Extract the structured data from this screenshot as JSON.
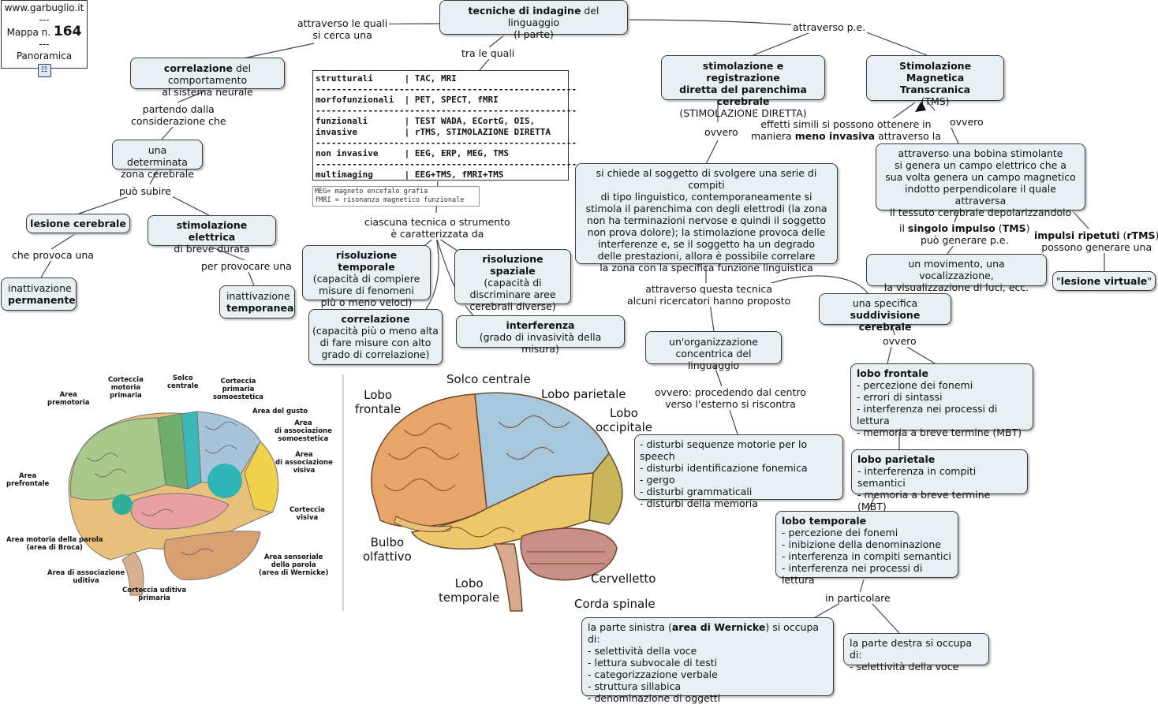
{
  "site": {
    "url": "www.garbuglio.it",
    "sep": "---",
    "map_label": "Mappa n.",
    "map_number": "164",
    "view": "Panoramica"
  },
  "root": {
    "bold": "tecniche di indagine",
    "rest": " del linguaggio",
    "sub": "(I parte)"
  },
  "labels": {
    "attraverso_quali": [
      "attraverso le quali",
      "si cerca una"
    ],
    "tra_le_quali": "tra le quali",
    "attraverso_pe": "attraverso p.e.",
    "partendo": [
      "partendo dalla",
      "considerazione che"
    ],
    "puo_subire": "può subire",
    "che_provoca": "che provoca una",
    "per_provocare": "per provocare una",
    "ciascuna": [
      "ciascuna tecnica o strumento",
      "è caratterizzata da"
    ],
    "ovvero1": "ovvero",
    "effetti": [
      "effetti simili si possono ottenere in",
      "maniera ",
      "meno invasiva",
      " attraverso la"
    ],
    "ovvero2": "ovvero",
    "singolo": [
      "il ",
      "singolo impulso",
      " (",
      "TMS",
      ")",
      "può generare p.e."
    ],
    "ripetuti": [
      "impulsi ripetuti",
      " (",
      "rTMS",
      ")",
      "possono generare una"
    ],
    "attraverso_tecnica": [
      "attraverso questa tecnica",
      "alcuni ricercatori hanno proposto"
    ],
    "ovvero3": "ovvero",
    "ovvero_proc": [
      "ovvero: procedendo dal centro",
      "verso l'esterno si riscontra"
    ],
    "in_particolare": "in particolare"
  },
  "nodes": {
    "correlazione_comp": {
      "bold": "correlazione",
      "rest": " del comportamento",
      "line2": "al sistema neurale"
    },
    "zona": [
      "una determinata",
      "zona cerebrale"
    ],
    "lesione": "lesione cerebrale",
    "stimolazione_el": {
      "bold": "stimolazione elettrica",
      "line2": "di breve durata"
    },
    "inattivazione_perm": {
      "line1": "inattivazione",
      "bold": "permanente"
    },
    "inattivazione_temp": {
      "line1": "inattivazione",
      "bold": "temporanea"
    },
    "ris_temporale": {
      "bold": "risoluzione temporale",
      "lines": [
        "(capacità di compiere",
        "misure di fenomeni",
        "più o meno veloci)"
      ]
    },
    "ris_spaziale": {
      "bold": "risoluzione spaziale",
      "lines": [
        "(capacità di",
        "discriminare aree",
        "cerebrali diverse)"
      ]
    },
    "correlazione": {
      "bold": "correlazione",
      "lines": [
        "(capacità più o meno alta",
        "di fare misure con alto",
        "grado di correlazione)"
      ]
    },
    "interferenza": {
      "bold": "interferenza",
      "lines": [
        "(grado di invasività della misura)"
      ]
    },
    "stim_diretta": {
      "bold": [
        "stimolazione e registrazione",
        "diretta del parenchima cerebrale"
      ],
      "line3": "(STIMOLAZIONE DIRETTA)"
    },
    "tms": {
      "bold": [
        "Stimolazione",
        "Magnetica Transcranica"
      ],
      "line3": "(TMS)"
    },
    "diretta_desc": [
      "si chiede al soggetto di svolgere una serie di compiti",
      "di tipo linguistico, contemporaneamente si",
      "stimola il parenchima con degli elettrodi (la zona",
      "non ha terminazioni nervose e quindi il soggetto",
      "non prova dolore); la stimolazione provoca delle",
      "interferenze e, se il soggetto ha un degrado",
      "delle prestazioni, allora è possibile correlare",
      "la zona con la specifica funzione linguistica"
    ],
    "tms_desc": [
      "attraverso una bobina stimolante",
      "si genera un campo elettrico che a",
      "sua volta genera un campo magnetico",
      "indotto perpendicolare il quale attraversa",
      "il tessuto cerebrale depolarizzandolo"
    ],
    "movimento": [
      "un movimento, una vocalizzazione,",
      "la visualizzazione di luci, ecc."
    ],
    "lesione_virtuale": [
      "\"",
      "lesione virtuale",
      "\""
    ],
    "suddivisione": {
      "line1": "una specifica",
      "bold": "suddivisione cerebrale"
    },
    "concentrica": [
      "un'organizzazione",
      "concentrica del linguaggio"
    ],
    "disturbi": [
      "- disturbi sequenze motorie per lo speech",
      "- disturbi identificazione fonemica",
      "- gergo",
      "- disturbi grammaticali",
      "- disturbi della memoria"
    ],
    "frontale": {
      "bold": "lobo frontale",
      "items": [
        "- percezione dei fonemi",
        "- errori di sintassi",
        "- interferenza nei processi di lettura",
        "- memoria a breve termine (MBT)"
      ]
    },
    "parietale": {
      "bold": "lobo parietale",
      "items": [
        "- interferenza in compiti semantici",
        "- memoria a breve termine (MBT)"
      ]
    },
    "temporale": {
      "bold": "lobo temporale",
      "items": [
        "- percezione dei fonemi",
        "- inibizione della denominazione",
        "- interferenza in compiti semantici",
        "- interferenza nei processi di lettura"
      ]
    },
    "sinistra": {
      "pre": "la parte sinistra (",
      "bold": "area di Wernicke",
      "post": ") si occupa di:",
      "items": [
        "- selettività della voce",
        "- lettura subvocale di testi",
        "- categorizzazione verbale",
        "- struttura sillabica",
        "- denominazione di oggetti"
      ]
    },
    "destra": [
      "la parte destra si occupa di:",
      "- selettività della voce"
    ]
  },
  "table": [
    "strutturali      | TAC, MRI",
    "--------------------------------------------------",
    "morfofunzionali  | PET, SPECT, fMRI",
    "--------------------------------------------------",
    "funzionali       | TEST WADA, ECortG, OIS,",
    "invasive         | rTMS, STIMOLAZIONE DIRETTA",
    "--------------------------------------------------",
    "non invasive     | EEG, ERP, MEG, TMS",
    "--------------------------------------------------",
    "multimaging      | EEG+TMS, fMRI+TMS"
  ],
  "note": [
    "MEG= magneto encefalo grafia",
    "fMRI = risonanza magnetico funzionale"
  ],
  "brain1_labels": {
    "premotoria": [
      "Area",
      "premotoria"
    ],
    "motoria": [
      "Corteccia",
      "motoria",
      "primaria"
    ],
    "solco": [
      "Solco",
      "centrale"
    ],
    "somoestetica": [
      "Corteccia",
      "primaria",
      "somoestetica"
    ],
    "gusto": "Area del gusto",
    "assoc_somo": [
      "Area",
      "di associazione",
      "somoestetica"
    ],
    "assoc_visiva": [
      "Area",
      "di associazione",
      "visiva"
    ],
    "prefrontale": [
      "Area",
      "prefrontale"
    ],
    "visiva": [
      "Corteccia",
      "visiva"
    ],
    "broca": [
      "Area motoria della parola",
      "(area di Broca)"
    ],
    "wernicke": [
      "Area sensoriale",
      "della parola",
      "(area di Wernicke)"
    ],
    "uditiva_assoc": [
      "Area di associazione",
      "uditiva"
    ],
    "uditiva": [
      "Corteccia uditiva",
      "primaria"
    ]
  },
  "brain2_labels": {
    "solco": "Solco centrale",
    "frontale": [
      "Lobo",
      "frontale"
    ],
    "parietale": "Lobo parietale",
    "occipitale": [
      "Lobo",
      "occipitale"
    ],
    "bulbo": [
      "Bulbo",
      "olfattivo"
    ],
    "temporale": [
      "Lobo",
      "temporale"
    ],
    "cervelletto": "Cervelletto",
    "corda": "Corda spinale"
  },
  "colors": {
    "node_fill": "#e8f0f3",
    "frontal": "#e8a56a",
    "parietal": "#a7c8dc",
    "temporal": "#eec76a",
    "occipital": "#c9b65a",
    "cerebellum": "#c98f86"
  }
}
